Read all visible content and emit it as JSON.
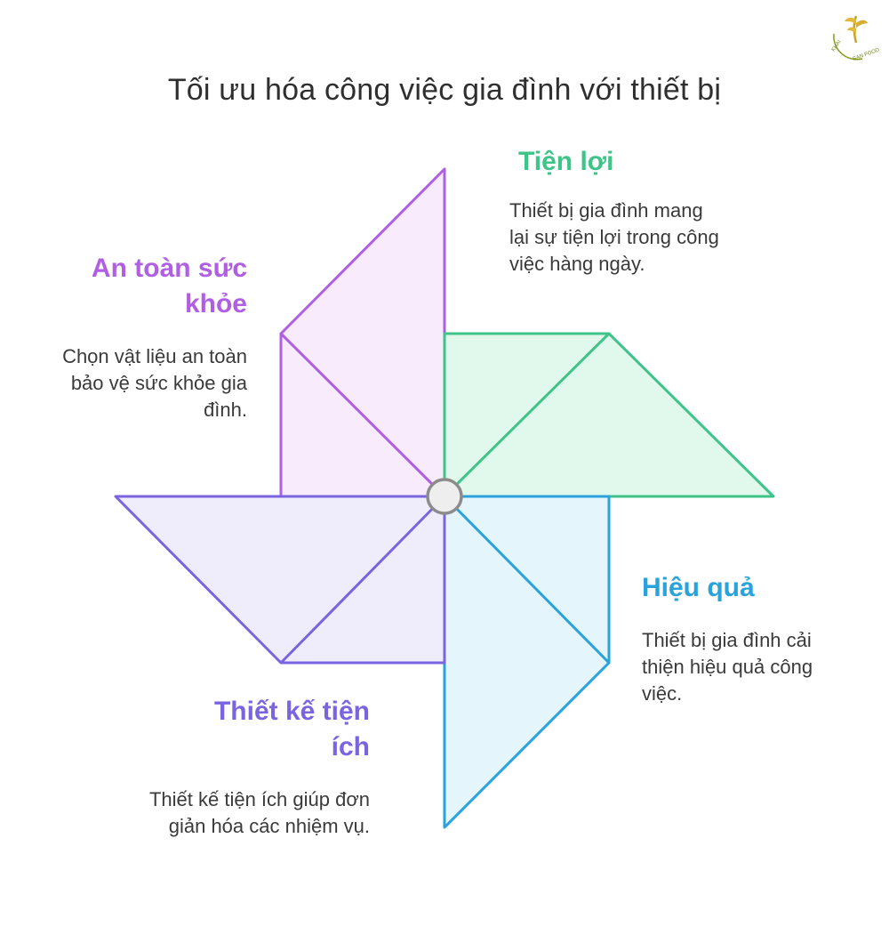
{
  "title": "Tối ưu hóa công việc gia đình với thiết bị",
  "logo": {
    "icon": "wheat-logo-icon",
    "text": "KHAI SAN FOOD",
    "color": "#8a9a1e"
  },
  "blades": [
    {
      "id": "tien-loi",
      "heading": "Tiện lợi",
      "description": "Thiết bị gia đình mang lại sự tiện lợi trong công việc hàng ngày.",
      "color": "#3ec488",
      "fill": "#e1f8ed"
    },
    {
      "id": "hieu-qua",
      "heading": "Hiệu quả",
      "description": "Thiết bị gia đình cải thiện hiệu quả công việc.",
      "color": "#29a3dc",
      "fill": "#e4f5fb"
    },
    {
      "id": "thiet-ke-tien-ich",
      "heading": "Thiết kế tiện ích",
      "description": "Thiết kế tiện ích giúp đơn giản hóa các nhiệm vụ.",
      "color": "#7b64e0",
      "fill": "#efedfb"
    },
    {
      "id": "an-toan-suc-khoe",
      "heading": "An toàn sức khỏe",
      "description": "Chọn vật liệu an toàn bảo vệ sức khỏe gia đình.",
      "color": "#b05fe3",
      "fill": "#f7ebfc"
    }
  ]
}
